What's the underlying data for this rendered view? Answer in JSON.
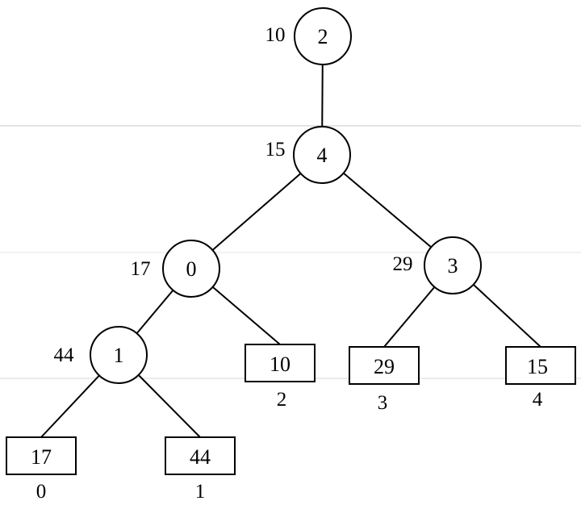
{
  "nodes": [
    {
      "id": "2",
      "label": "2",
      "key": "10"
    },
    {
      "id": "4",
      "label": "4",
      "key": "15"
    },
    {
      "id": "0",
      "label": "0",
      "key": "17"
    },
    {
      "id": "3",
      "label": "3",
      "key": "29"
    },
    {
      "id": "1",
      "label": "1",
      "key": "44"
    }
  ],
  "leaves": [
    {
      "id": "leaf-0",
      "value": "17",
      "index": "0"
    },
    {
      "id": "leaf-1",
      "value": "44",
      "index": "1"
    },
    {
      "id": "leaf-2",
      "value": "10",
      "index": "2"
    },
    {
      "id": "leaf-3",
      "value": "29",
      "index": "3"
    },
    {
      "id": "leaf-4",
      "value": "15",
      "index": "4"
    }
  ],
  "edges": [
    [
      "2",
      "4"
    ],
    [
      "4",
      "0"
    ],
    [
      "4",
      "3"
    ],
    [
      "0",
      "1"
    ],
    [
      "0",
      "leaf-2"
    ],
    [
      "3",
      "leaf-3"
    ],
    [
      "3",
      "leaf-4"
    ],
    [
      "1",
      "leaf-0"
    ],
    [
      "1",
      "leaf-1"
    ]
  ]
}
